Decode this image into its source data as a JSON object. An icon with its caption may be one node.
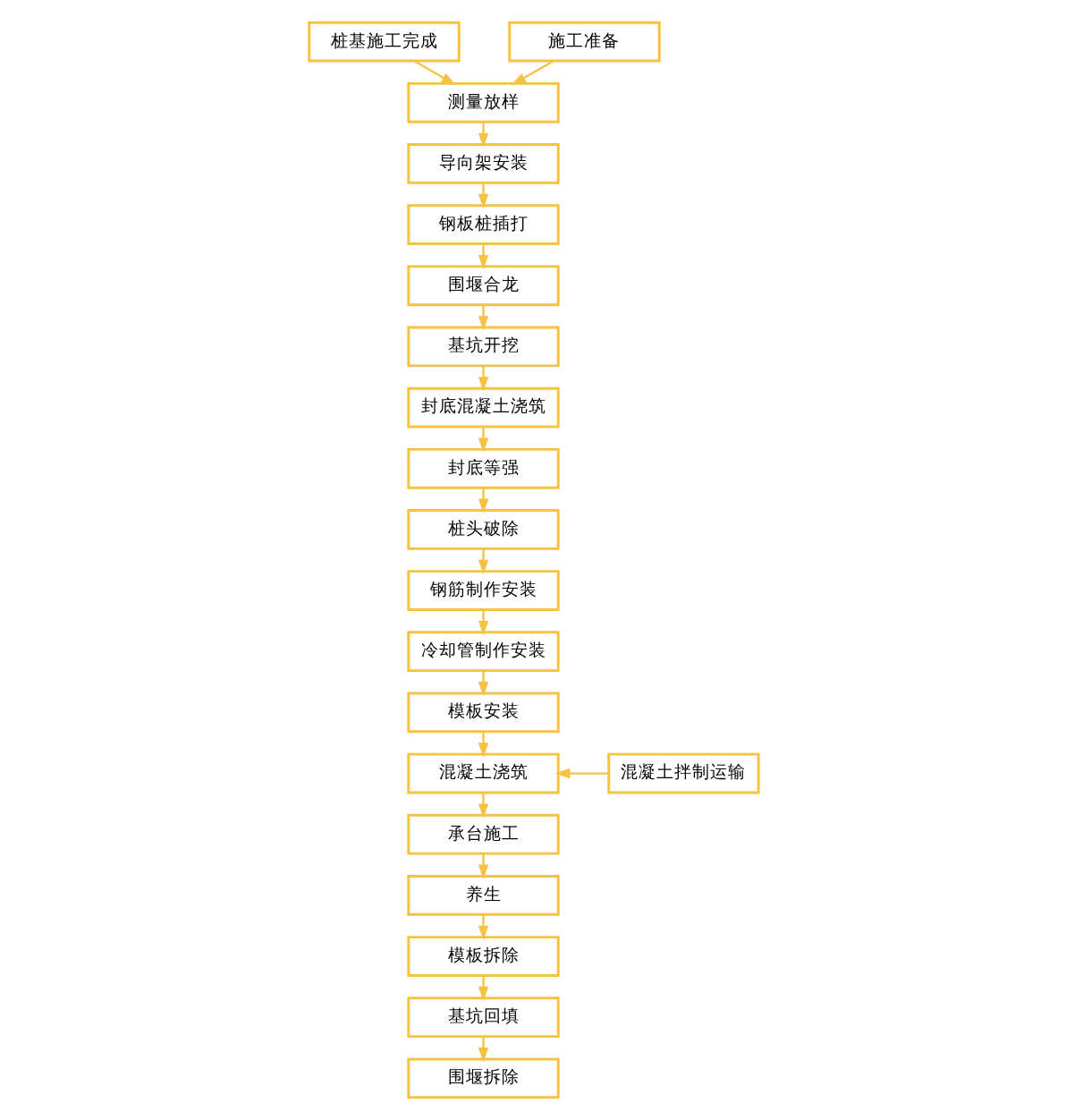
{
  "diagram": {
    "nodes": [
      {
        "text": [
          "施工准备"
        ]
      },
      {
        "text": [
          "桩基施工完成"
        ]
      },
      {
        "text": [
          "测量放样"
        ]
      },
      {
        "text": [
          "导向架安装"
        ]
      },
      {
        "text": [
          "钢板桩插打"
        ]
      },
      {
        "text": [
          "围堰合龙"
        ]
      },
      {
        "text": [
          "基坑开挖"
        ]
      },
      {
        "text": [
          "封底混凝土浇筑"
        ]
      },
      {
        "text": [
          "封底等强"
        ]
      },
      {
        "text": [
          "桩头破除"
        ]
      },
      {
        "text": [
          "钢筋制作安装"
        ]
      },
      {
        "text": [
          "冷却管制作安装"
        ]
      },
      {
        "text": [
          "模板安装"
        ]
      },
      {
        "text": [
          "混凝土浇筑"
        ]
      },
      {
        "text": [
          "混凝土拌制运输"
        ]
      },
      {
        "text": [
          "承台施工"
        ]
      },
      {
        "text": [
          "养生"
        ]
      },
      {
        "text": [
          "模板拆除"
        ]
      },
      {
        "text": [
          "基坑回填"
        ]
      },
      {
        "text": [
          "围堰拆除"
        ]
      }
    ],
    "edges": [
      {
        "from": 0,
        "to": 2,
        "arrow": "to"
      },
      {
        "from": 1,
        "to": 2,
        "arrow": "to"
      },
      {
        "from": 2,
        "to": 3,
        "arrow": "to"
      },
      {
        "from": 3,
        "to": 4,
        "arrow": "to"
      },
      {
        "from": 4,
        "to": 5,
        "arrow": "to"
      },
      {
        "from": 5,
        "to": 6,
        "arrow": "to"
      },
      {
        "from": 6,
        "to": 7,
        "arrow": "to"
      },
      {
        "from": 7,
        "to": 8,
        "arrow": "to"
      },
      {
        "from": 8,
        "to": 9,
        "arrow": "to"
      },
      {
        "from": 9,
        "to": 10,
        "arrow": "to"
      },
      {
        "from": 10,
        "to": 11,
        "arrow": "to"
      },
      {
        "from": 11,
        "to": 12,
        "arrow": "to"
      },
      {
        "from": 12,
        "to": 13,
        "arrow": "to"
      },
      {
        "from": 14,
        "to": 13,
        "arrow": "to"
      },
      {
        "from": 13,
        "to": 15,
        "arrow": "to"
      },
      {
        "from": 15,
        "to": 16,
        "arrow": "to"
      },
      {
        "from": 16,
        "to": 17,
        "arrow": "to"
      },
      {
        "from": 17,
        "to": 18,
        "arrow": "to"
      },
      {
        "from": 18,
        "to": 19,
        "arrow": "to"
      }
    ]
  }
}
